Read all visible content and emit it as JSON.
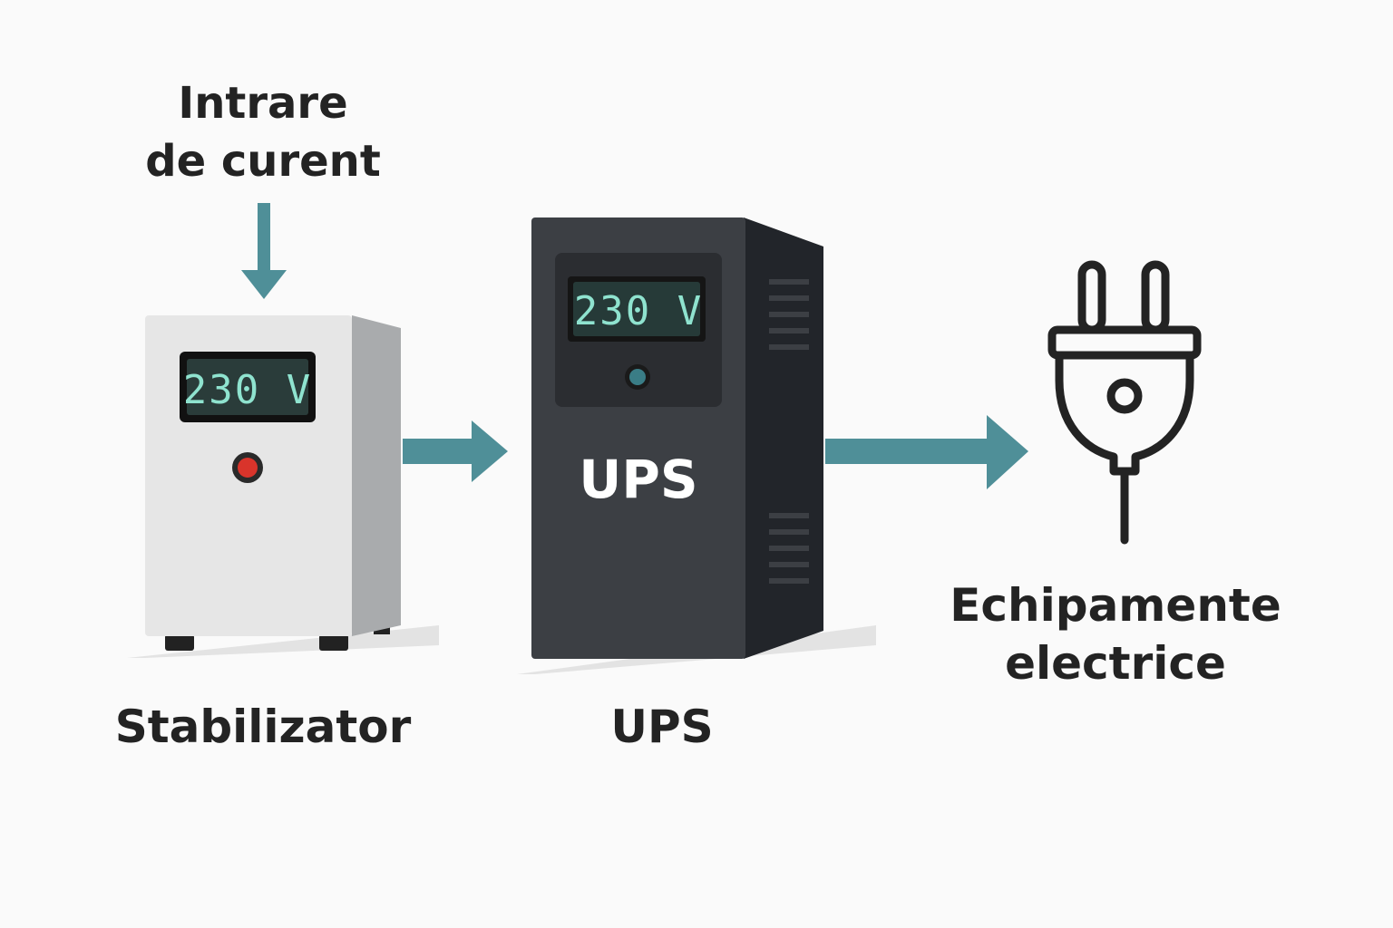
{
  "labels": {
    "input_line1": "Intrare",
    "input_line2": "de curent",
    "stabilizer": "Stabilizator",
    "ups": "UPS",
    "equipment_line1": "Echipamente",
    "equipment_line2": "electrice"
  },
  "stabilizer_display": "230 V",
  "ups_display": "230 V",
  "ups_front_label": "UPS",
  "icons": {
    "input_arrow": "arrow-down-icon",
    "flow_arrow_1": "arrow-right-icon",
    "flow_arrow_2": "arrow-right-icon",
    "plug": "plug-icon"
  },
  "colors": {
    "background": "#fafafa",
    "arrow": "#4f8f98",
    "stabilizer_body": "#e6e6e6",
    "ups_body": "#3c3f44",
    "lcd_text": "#8fe3cf",
    "power_button": "#d9342b",
    "text": "#232323"
  }
}
